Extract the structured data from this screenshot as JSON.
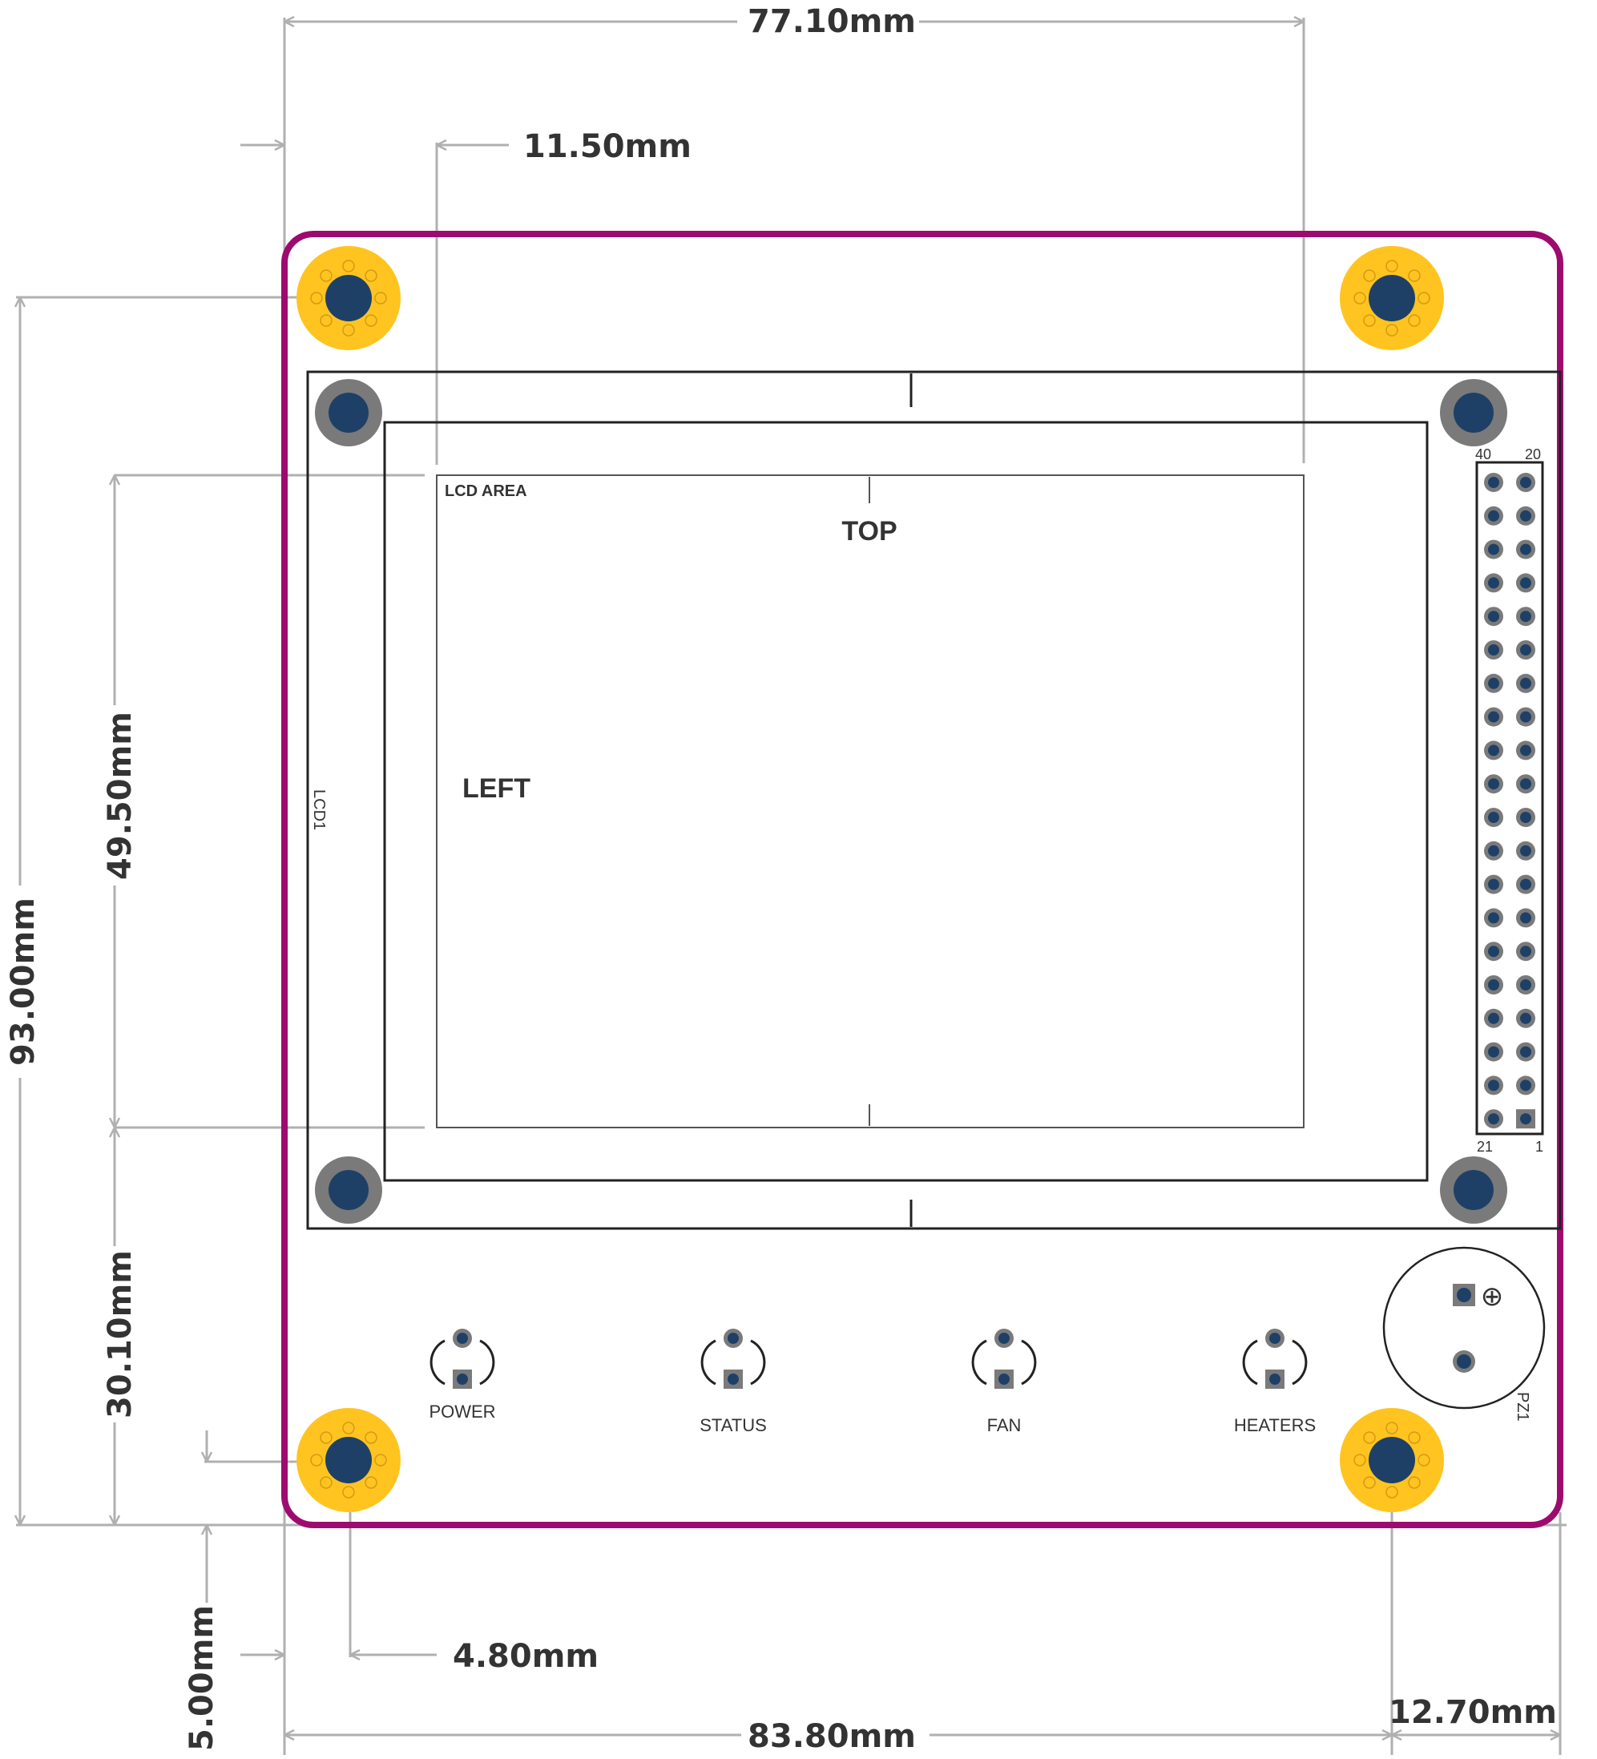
{
  "dimensions": {
    "top_width": "77.10mm",
    "lcd_offset_x": "11.50mm",
    "board_height": "93.00mm",
    "lcd_area_height": "49.50mm",
    "lcd_area_bottom_offset": "30.10mm",
    "mount_hole_offset_y": "5.00mm",
    "mount_hole_offset_x": "4.80mm",
    "board_width": "83.80mm",
    "right_hole_offset": "12.70mm"
  },
  "labels": {
    "lcd_area": "LCD AREA",
    "top": "TOP",
    "left": "LEFT",
    "lcd_ref": "LCD1",
    "buzzer_ref": "PZ1",
    "buzzer_polarity": "⊕"
  },
  "header": {
    "pin_top_left": "40",
    "pin_top_right": "20",
    "pin_bottom_left": "21",
    "pin_bottom_right": "1",
    "rows": 20
  },
  "leds": [
    {
      "label": "POWER"
    },
    {
      "label": "STATUS"
    },
    {
      "label": "FAN"
    },
    {
      "label": "HEATERS"
    }
  ],
  "colors": {
    "board_outline": "#9E0B6E",
    "mount_pad": "#FFC420",
    "hole": "#1E4066",
    "standoff": "#7A7A7A",
    "dimension_line": "#B0B0B0",
    "text": "#333333"
  }
}
